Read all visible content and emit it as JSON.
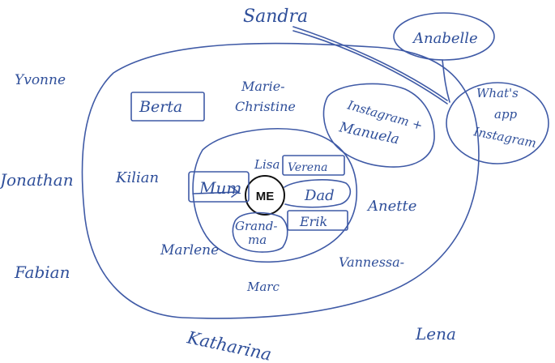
{
  "center": {
    "label": "ME"
  },
  "inner_ring": {
    "names": [
      "Lisa",
      "Verena",
      "Mum",
      "Dad",
      "Grand-",
      "ma",
      "Erik"
    ]
  },
  "middle_ring": {
    "names": [
      "Berta",
      "Marie-",
      "Christine",
      "Kilian",
      "Marlene",
      "Marc",
      "Anette",
      "Vannessa-"
    ]
  },
  "outer_ring": {
    "names": [
      "Sandra",
      "Yvonne",
      "Jonathan",
      "Fabian",
      "Katharina",
      "Lena",
      "Anabelle"
    ]
  },
  "channels": {
    "instagram_manuela": [
      "Instagram +",
      "Manuela"
    ],
    "whatsapp_instagram": [
      "What's",
      "app",
      "Instagram"
    ]
  },
  "colors": {
    "ink": "#3f5aa6",
    "text_ink": "#2f4f9a",
    "center_text": "#111111",
    "background": "#ffffff"
  }
}
